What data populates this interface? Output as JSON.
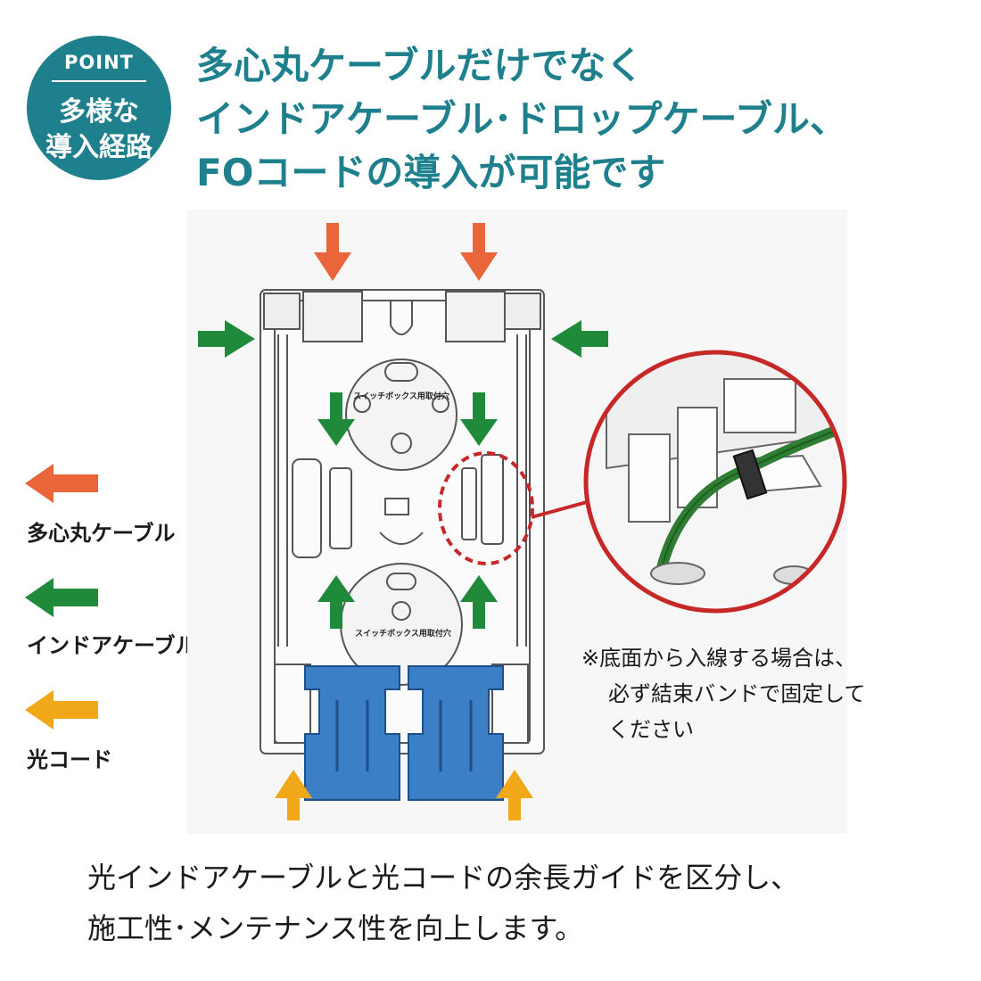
{
  "badge": {
    "point": "POINT",
    "line1": "多様な",
    "line2": "導入経路"
  },
  "headline": [
    "多心丸ケーブルだけでなく",
    "インドアケーブル･ドロップケーブル、",
    "FOコードの導入が可能です"
  ],
  "legend": [
    {
      "label": "多心丸ケーブル",
      "color": "#e8663a"
    },
    {
      "label": "インドアケーブル",
      "color": "#1f8a3a"
    },
    {
      "label": "光コード",
      "color": "#f0a819"
    }
  ],
  "diagram": {
    "upper_label": "スイッチボックス用取付穴",
    "lower_label": "スイッチボックス用取付穴"
  },
  "note": [
    "※底面から入線する場合は、",
    "必ず結束バンドで固定して",
    "ください"
  ],
  "footer": [
    "光インドアケーブルと光コードの余長ガイドを区分し、",
    "施工性･メンテナンス性を向上します。"
  ]
}
